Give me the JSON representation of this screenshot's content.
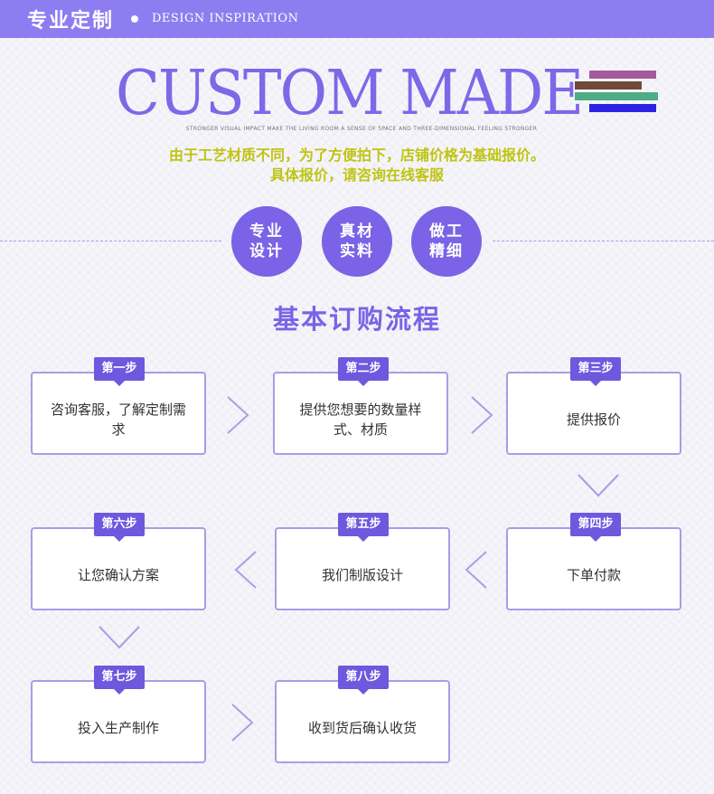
{
  "header": {
    "title": "专业定制",
    "subtitle": "DESIGN INSPIRATION"
  },
  "hero": {
    "title": "CUSTOM MADE",
    "tagline": "STRONGER VISUAL IMPACT MAKE THE LIVING ROOM A SENSE OF SPACE AND THREE-DIMENSIONAL FEELING STRONGER",
    "notice_line1": "由于工艺材质不同，为了方便拍下，店铺价格为基础报价。",
    "notice_line2": "具体报价，请咨询在线客服"
  },
  "features": [
    {
      "line1": "专业",
      "line2": "设计"
    },
    {
      "line1": "真材",
      "line2": "实料"
    },
    {
      "line1": "做工",
      "line2": "精细"
    }
  ],
  "flow": {
    "title": "基本订购流程",
    "steps": [
      {
        "badge": "第一步",
        "text": "咨询客服，了解定制需求"
      },
      {
        "badge": "第二步",
        "text": "提供您想要的数量样式、材质"
      },
      {
        "badge": "第三步",
        "text": "提供报价"
      },
      {
        "badge": "第四步",
        "text": "下单付款"
      },
      {
        "badge": "第五步",
        "text": "我们制版设计"
      },
      {
        "badge": "第六步",
        "text": "让您确认方案"
      },
      {
        "badge": "第七步",
        "text": "投入生产制作"
      },
      {
        "badge": "第八步",
        "text": "收到货后确认收货"
      }
    ]
  },
  "colors": {
    "accent": "#7a63e6",
    "header": "#8e7df0",
    "notice": "#bfc411",
    "box_border": "#a89ee3"
  }
}
